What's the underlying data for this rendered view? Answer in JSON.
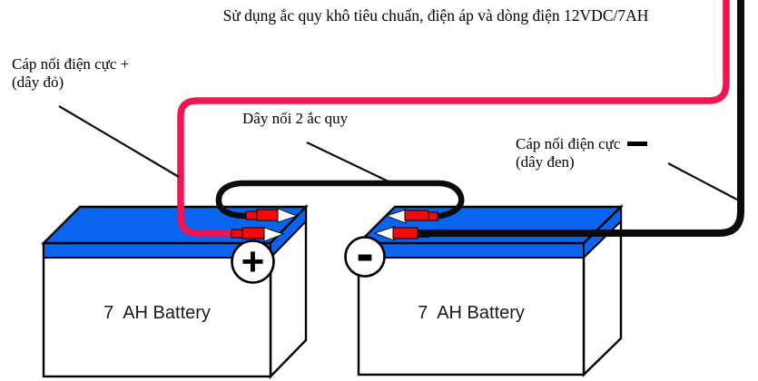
{
  "title": {
    "text": "Sử dụng ắc quy khô tiêu chuẩn, điện áp và dòng điện 12VDC/7AH"
  },
  "labels": {
    "positive_cable": {
      "line1": "Cáp nối điện cực +",
      "line2": "(dây đỏ)"
    },
    "jumper": {
      "text": "Dây nối 2 ắc quy"
    },
    "negative_cable": {
      "line1": "Cáp nối điện cực",
      "line2": "(dây đen)"
    }
  },
  "batteries": [
    {
      "label": "7  AH Battery",
      "terminal": "+"
    },
    {
      "label": "7  AH Battery",
      "terminal": "-"
    }
  ],
  "colors": {
    "battery_blue": "#0a64ee",
    "cable_red": "#ef1550",
    "connector_red": "#f50a0a",
    "cable_black": "#0b0b0b"
  }
}
